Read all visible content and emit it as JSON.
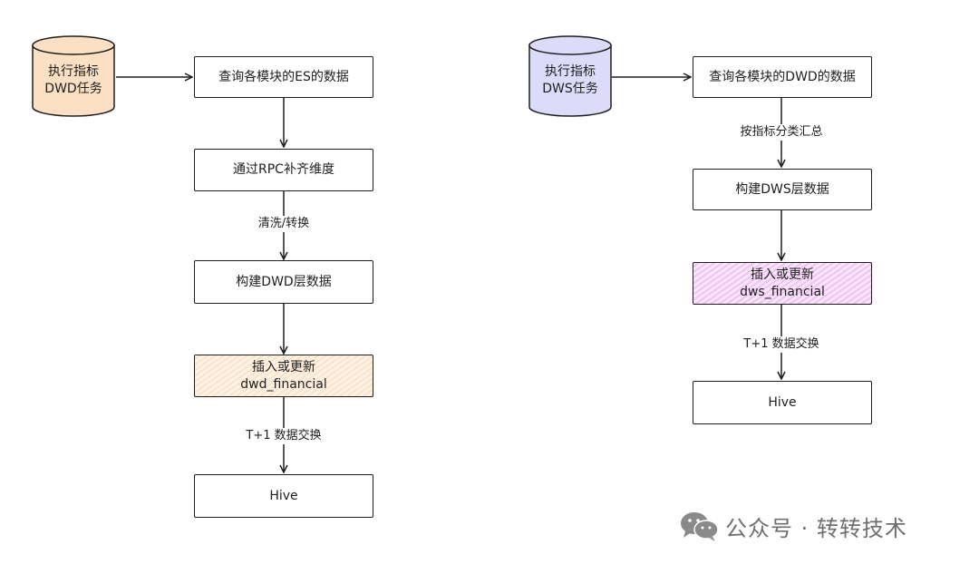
{
  "left": {
    "source": {
      "line1": "执行指标",
      "line2": "DWD任务",
      "fill": "#fbe0c4"
    },
    "steps": [
      "查询各模块的ES的数据",
      "通过RPC补齐维度",
      "构建DWD层数据"
    ],
    "insert": {
      "line1": "插入或更新",
      "line2": "dwd_financial"
    },
    "target": "Hive",
    "labels": {
      "clean": "清洗/转换",
      "exchange": "T+1 数据交换"
    }
  },
  "right": {
    "source": {
      "line1": "执行指标",
      "line2": "DWS任务",
      "fill": "#dcdcfa"
    },
    "steps": [
      "查询各模块的DWD的数据",
      "构建DWS层数据"
    ],
    "insert": {
      "line1": "插入或更新",
      "line2": "dws_financial"
    },
    "target": "Hive",
    "labels": {
      "aggregate": "按指标分类汇总",
      "exchange": "T+1 数据交换"
    }
  },
  "colors": {
    "orange_fill": "#fbe3c8",
    "violet_fill": "#f0c2f5",
    "stroke": "#1e1e1e"
  },
  "watermark": {
    "text": "公众号 · 转转技术",
    "icon": "wechat-icon"
  }
}
